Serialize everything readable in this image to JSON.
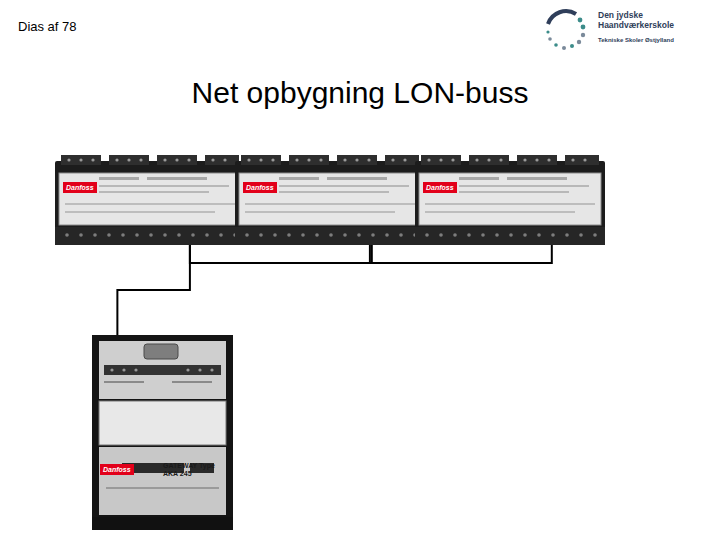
{
  "diagram": {
    "title": "Net opbygning LON-buss",
    "nodes": [
      {
        "text": [
          "Danfoss"
        ]
      },
      {
        "text": [
          "Danfoss"
        ]
      },
      {
        "text": [
          "Danfoss"
        ]
      },
      {
        "text": [
          "Danfoss",
          "GATEWAY Type AKA 245"
        ]
      }
    ],
    "edges": [
      {
        "from": 0,
        "to": 1,
        "arrow": "none"
      },
      {
        "from": 1,
        "to": 2,
        "arrow": "none"
      },
      {
        "from": 3,
        "to": 0,
        "arrow": "none"
      }
    ],
    "labels": [
      "Dias af 78",
      "Den jydske Haandværkerskole",
      "Tekniske Skoler Østjylland"
    ]
  }
}
